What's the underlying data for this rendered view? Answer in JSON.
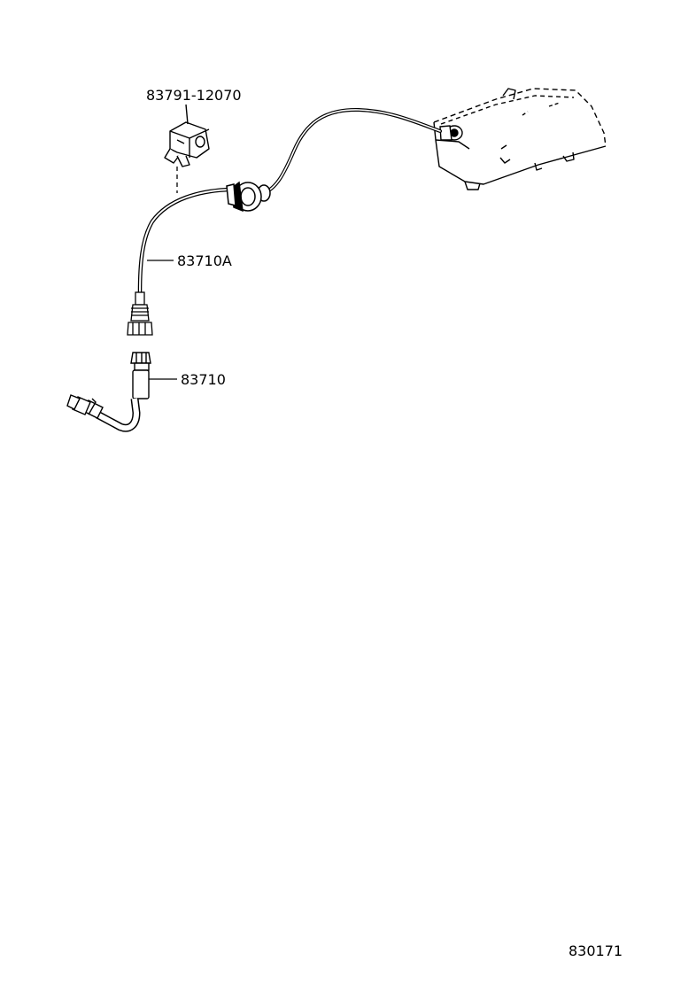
{
  "parts": {
    "clip_part_number": "83791-12070",
    "upper_cable_part_number": "83710A",
    "lower_cable_part_number": "83710"
  },
  "diagram_code": "830171"
}
